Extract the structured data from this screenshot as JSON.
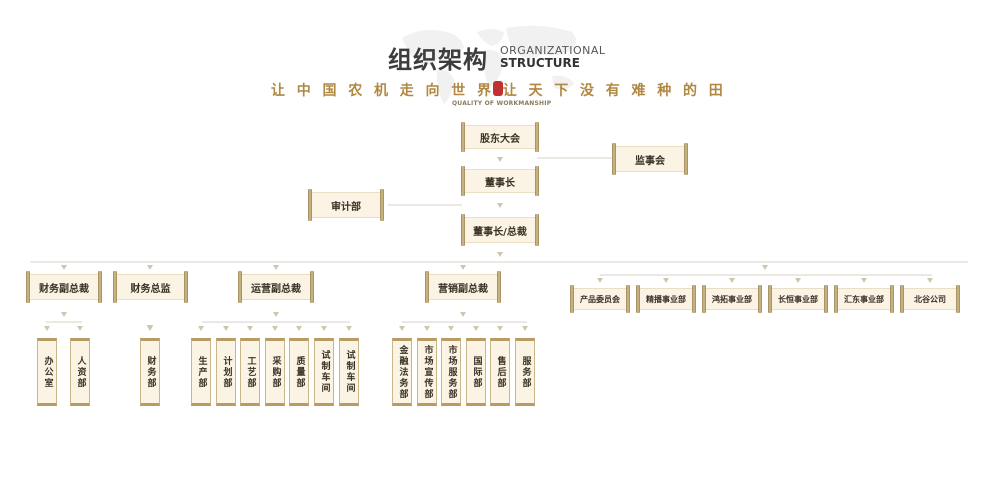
{
  "header": {
    "title_cn": "组织架构",
    "title_en_1": "ORGANIZATIONAL",
    "title_en_2": "STRUCTURE",
    "slogan_chars": [
      "让",
      "中",
      "国",
      "农",
      "机",
      "走",
      "向",
      "世",
      "界",
      "让",
      "天",
      "下",
      "没",
      "有",
      "难",
      "种",
      "的",
      "田"
    ],
    "tagline": "QUALITY OF WORKMANSHIP"
  },
  "colors": {
    "gold": "#b08842",
    "scroll_bg": "#fbf4e4",
    "roller": "#b79b62",
    "line": "#d8d2c4",
    "arrow": "#cfc6b0"
  },
  "nodes": {
    "shareholders": "股东大会",
    "supervisors": "监事会",
    "chairman": "董事长",
    "audit": "审计部",
    "ceo": "董事长/总裁",
    "vp_finance": "财务副总裁",
    "cfo": "财务总监",
    "vp_ops": "运营副总裁",
    "vp_sales": "营销副总裁",
    "biz_units": [
      "产品委员会",
      "精播事业部",
      "鸿拓事业部",
      "长恒事业部",
      "汇东事业部",
      "北谷公司"
    ]
  },
  "departments": {
    "finance_vp": [
      "办公室",
      "人资部"
    ],
    "cfo": [
      "财务部"
    ],
    "ops": [
      "生产部",
      "计划部",
      "工艺部",
      "采购部",
      "质量部",
      "试制车间",
      "试制车间"
    ],
    "sales": [
      "金融法务部",
      "市场宣传部",
      "市场服务部",
      "国际部",
      "售后部",
      "服务部"
    ]
  }
}
